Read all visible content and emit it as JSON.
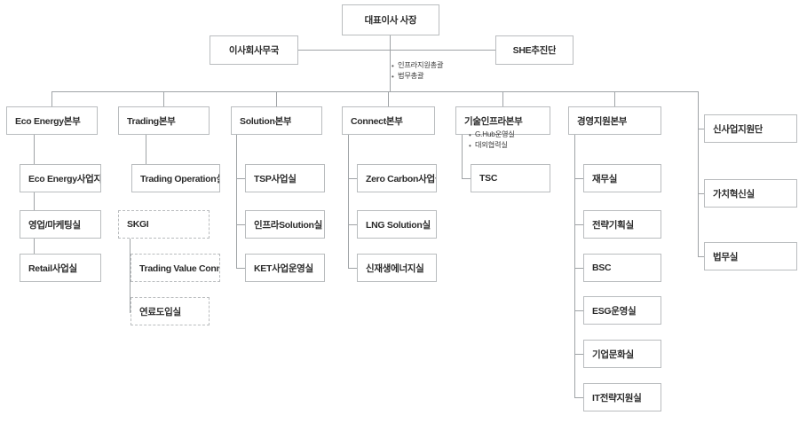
{
  "diagram": {
    "title": "대표이사 사장",
    "top": {
      "ceo": "대표이사 사장",
      "left_unit": "이사회사무국",
      "right_unit": "SHE추진단",
      "ceo_notes": [
        "인프라지원총괄",
        "법무총괄"
      ]
    },
    "divisions": [
      {
        "name": "Eco Energy본부",
        "notes": [],
        "children": [
          {
            "name": "Eco Energy사업지원실",
            "style": "solid"
          },
          {
            "name": "영업/마케팅실",
            "style": "solid"
          },
          {
            "name": "Retail사업실",
            "style": "solid"
          }
        ]
      },
      {
        "name": "Trading본부",
        "notes": [],
        "children": [
          {
            "name": "Trading Operation실",
            "style": "solid"
          },
          {
            "name": "SKGI",
            "style": "dashed"
          },
          {
            "name": "Trading Value Connect실",
            "style": "dashed"
          },
          {
            "name": "연료도입실",
            "style": "dashed"
          }
        ]
      },
      {
        "name": "Solution본부",
        "notes": [],
        "children": [
          {
            "name": "TSP사업실",
            "style": "solid"
          },
          {
            "name": "인프라Solution실",
            "style": "solid"
          },
          {
            "name": "KET사업운영실",
            "style": "solid"
          }
        ]
      },
      {
        "name": "Connect본부",
        "notes": [],
        "children": [
          {
            "name": "Zero Carbon사업실",
            "style": "solid"
          },
          {
            "name": "LNG Solution실",
            "style": "solid"
          },
          {
            "name": "신재생에너지실",
            "style": "solid"
          }
        ]
      },
      {
        "name": "기술인프라본부",
        "notes": [
          "G.Hub운영실",
          "대외협력실"
        ],
        "children": [
          {
            "name": "TSC",
            "style": "solid"
          }
        ]
      },
      {
        "name": "경영지원본부",
        "notes": [],
        "children": [
          {
            "name": "재무실",
            "style": "solid"
          },
          {
            "name": "전략기획실",
            "style": "solid"
          },
          {
            "name": "BSC",
            "style": "solid"
          },
          {
            "name": "ESG운영실",
            "style": "solid"
          },
          {
            "name": "기업문화실",
            "style": "solid"
          },
          {
            "name": "IT전략지원실",
            "style": "solid"
          }
        ]
      }
    ],
    "side_units": [
      {
        "name": "신사업지원단"
      },
      {
        "name": "가치혁신실"
      },
      {
        "name": "법무실"
      }
    ],
    "colors": {
      "box_border": "#b9bcbe",
      "line": "#9fa3a6",
      "text": "#2b2b2b",
      "note_text": "#3a3a3a",
      "background": "#ffffff"
    }
  }
}
